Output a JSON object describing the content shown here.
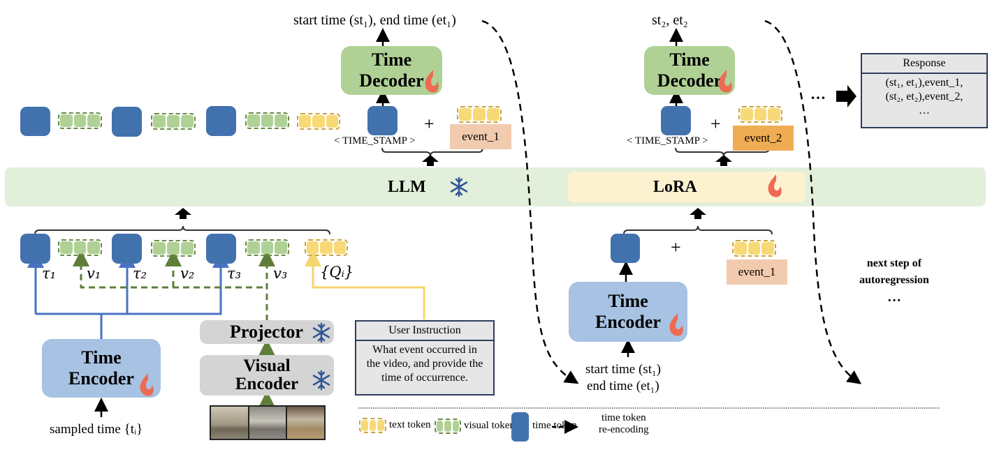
{
  "diagram": {
    "llm_bar": {
      "label": "LLM",
      "lora_label": "LoRA"
    },
    "decoder_1": {
      "title_line1": "Time",
      "title_line2": "Decoder",
      "output": "start time (st₁), end time (et₁)",
      "token_label": "< TIME_STAMP >",
      "event": "event_1",
      "plus": "+"
    },
    "decoder_2": {
      "title_line1": "Time",
      "title_line2": "Decoder",
      "output": "st₂, et₂",
      "token_label": "< TIME_STAMP >",
      "event": "event_2",
      "plus": "+"
    },
    "response": {
      "header": "Response",
      "lines": [
        "(st₁, et₁),event_1,",
        "(st₂, et₂),event_2,",
        "…"
      ],
      "ellipsis": "…"
    },
    "input_tokens": {
      "labels": [
        "τ₁",
        "v₁",
        "τ₂",
        "v₂",
        "τ₃",
        "v₃",
        "{Qᵢ}"
      ]
    },
    "time_encoder_left": {
      "title_line1": "Time",
      "title_line2": "Encoder",
      "input": "sampled time {tᵢ}"
    },
    "projector": {
      "label": "Projector"
    },
    "visual_encoder": {
      "title_line1": "Visual",
      "title_line2": "Encoder"
    },
    "user_instruction": {
      "header": "User Instruction",
      "body": "What event occurred in the video, and provide the time of occurrence."
    },
    "time_encoder_right": {
      "title_line1": "Time",
      "title_line2": "Encoder",
      "input_line1": "start time (st₁)",
      "input_line2": "end time (et₁)",
      "event": "event_1",
      "plus": "+"
    },
    "next_step": {
      "line1": "next step of",
      "line2": "autoregression",
      "ellipsis": "…"
    },
    "legend": [
      {
        "key": "text",
        "label": "text token"
      },
      {
        "key": "visual",
        "label": "visual token"
      },
      {
        "key": "time",
        "label": "time token"
      },
      {
        "key": "reencode",
        "label_line1": "time token",
        "label_line2": "re-encoding"
      }
    ],
    "icons": {
      "trainable": "fire-icon",
      "frozen": "snowflake-icon"
    },
    "colors": {
      "time_token": "#4272ae",
      "visual_token": "#b0d195",
      "text_token": "#f8d977",
      "decoder": "#b0d195",
      "encoder": "#a7c2e2",
      "llm": "#e2efda",
      "lora": "#fdf2d0",
      "event_1": "#f2cbaf",
      "event_2": "#f0ac53",
      "fire": "#ee6a52",
      "snow": "#2f5597"
    }
  }
}
